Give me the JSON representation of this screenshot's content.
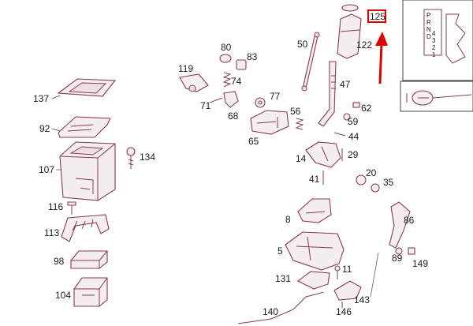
{
  "callouts": {
    "p137": "137",
    "p92": "92",
    "p107": "107",
    "p116": "116",
    "p113": "113",
    "p98": "98",
    "p104": "104",
    "p134": "134",
    "p119": "119",
    "p80": "80",
    "p83": "83",
    "p74": "74",
    "p71": "71",
    "p68": "68",
    "p77": "77",
    "p65": "65",
    "p50": "50",
    "p47": "47",
    "p122": "122",
    "p125": "125",
    "p56": "56",
    "p62": "62",
    "p59": "59",
    "p44": "44",
    "p14": "14",
    "p29": "29",
    "p41": "41",
    "p20": "20",
    "p35": "35",
    "p86": "86",
    "p8": "8",
    "p5": "5",
    "p89": "89",
    "p149": "149",
    "p131": "131",
    "p11": "11",
    "p140": "140",
    "p143": "143",
    "p146": "146"
  },
  "gate": {
    "letters": [
      "P",
      "R",
      "N",
      "D",
      "4",
      "3",
      "2",
      "1"
    ]
  },
  "colors": {
    "line": "#8a3a4e",
    "highlight": "#e00000",
    "text": "#1a1a1a"
  }
}
